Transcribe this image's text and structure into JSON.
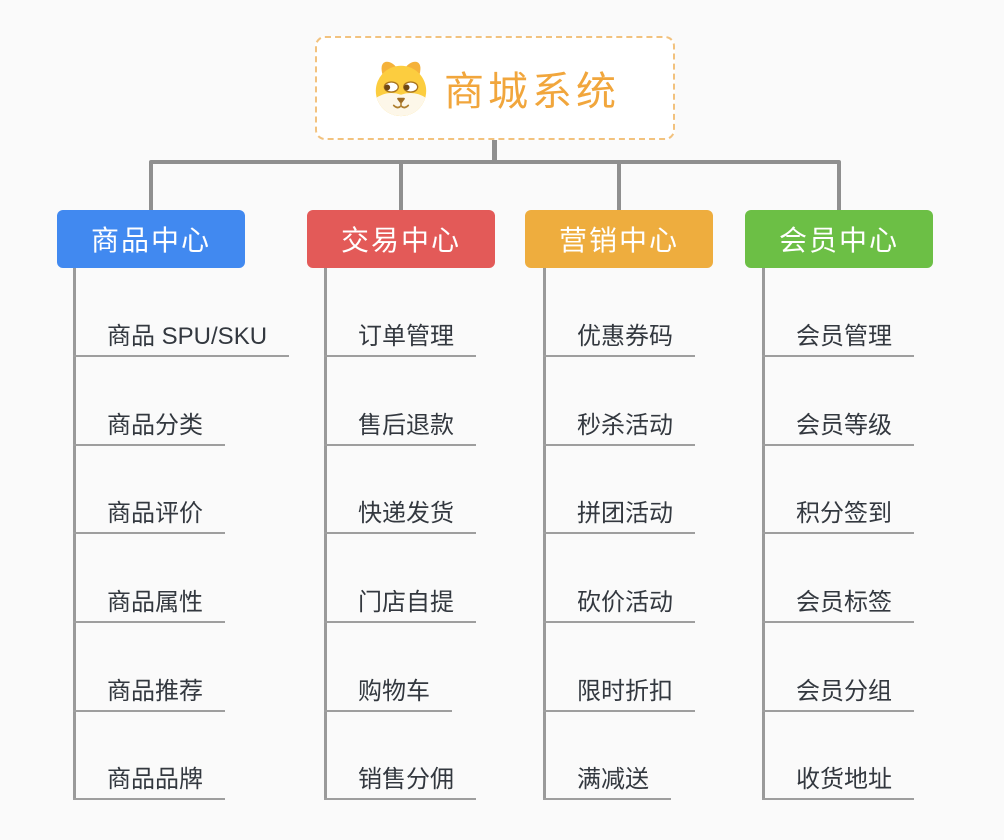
{
  "root": {
    "label": "商城系统",
    "icon": "doge-face-icon",
    "text_color": "#f1a63c",
    "border_color": "#f2c27e",
    "background": "#ffffff"
  },
  "connector_color": "#8f8f8f",
  "canvas_background": "#fafafa",
  "branches": [
    {
      "label": "商品中心",
      "color": "#4189f0",
      "children": [
        "商品 SPU/SKU",
        "商品分类",
        "商品评价",
        "商品属性",
        "商品推荐",
        "商品品牌"
      ]
    },
    {
      "label": "交易中心",
      "color": "#e35a58",
      "children": [
        "订单管理",
        "售后退款",
        "快递发货",
        "门店自提",
        "购物车",
        "销售分佣"
      ]
    },
    {
      "label": "营销中心",
      "color": "#eead3e",
      "children": [
        "优惠券码",
        "秒杀活动",
        "拼团活动",
        "砍价活动",
        "限时折扣",
        "满减送"
      ]
    },
    {
      "label": "会员中心",
      "color": "#6cbf45",
      "children": [
        "会员管理",
        "会员等级",
        "积分签到",
        "会员标签",
        "会员分组",
        "收货地址"
      ]
    }
  ]
}
